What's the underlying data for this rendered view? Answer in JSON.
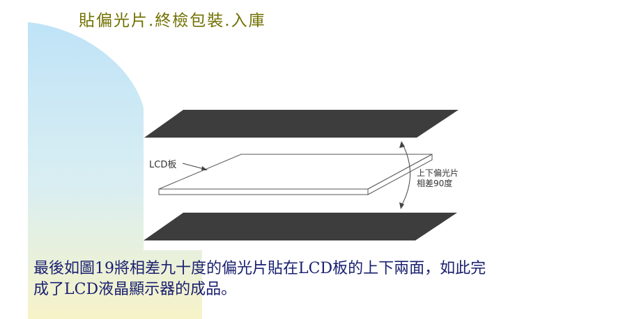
{
  "slide": {
    "title": "貼偏光片.終檢包裝.入庫",
    "body_lines": [
      "最後如圖19將相差九十度的偏光片貼在LCD板的上下兩面，如此完",
      "成了LCD液晶顯示器的成品。"
    ]
  },
  "diagram": {
    "lcd_label": "LCD板",
    "polarizer_label_line1": "上下偏光片",
    "polarizer_label_line2": "相差90度"
  },
  "colors": {
    "title": "#707000",
    "body_text": "#1a2070",
    "polarizer_sheet": "#3d3d3d",
    "decor_blue": "#bfe3f7",
    "decor_yellow": "#f7f3c8"
  }
}
